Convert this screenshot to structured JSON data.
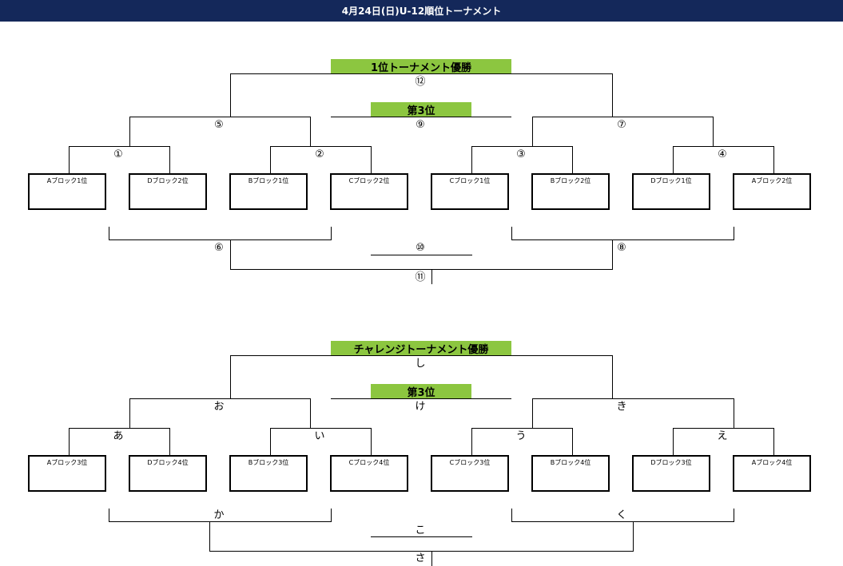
{
  "title": "4月24日(日)U-12順位トーナメント",
  "top": {
    "winner": "1位トーナメント優勝",
    "third_place": "第3位",
    "labels": [
      "⑫",
      "⑤",
      "⑨",
      "⑦",
      "①",
      "②",
      "③",
      "④",
      "⑥",
      "⑩",
      "⑧",
      "⑪"
    ],
    "teams": [
      "Aブロック1位",
      "Dブロック2位",
      "Bブロック1位",
      "Cブロック2位",
      "Cブロック1位",
      "Bブロック2位",
      "Dブロック1位",
      "Aブロック2位"
    ]
  },
  "bottom": {
    "winner": "チャレンジトーナメント優勝",
    "third_place": "第3位",
    "labels": [
      "し",
      "お",
      "け",
      "き",
      "あ",
      "い",
      "う",
      "え",
      "か",
      "こ",
      "く",
      "さ"
    ],
    "teams": [
      "Aブロック3位",
      "Dブロック4位",
      "Bブロック3位",
      "Cブロック4位",
      "Cブロック3位",
      "Bブロック4位",
      "Dブロック3位",
      "Aブロック4位"
    ]
  }
}
